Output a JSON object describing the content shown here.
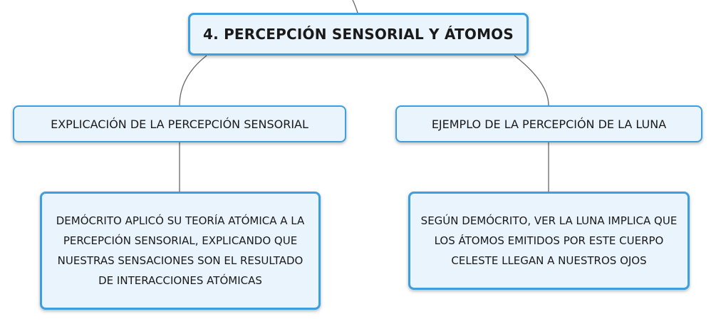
{
  "root": {
    "title": "4. PERCEPCIÓN SENSORIAL Y ÁTOMOS"
  },
  "branches": [
    {
      "label": "EXPLICACIÓN DE LA PERCEPCIÓN SENSORIAL",
      "detail": "DEMÓCRITO APLICÓ SU TEORÍA ATÓMICA A LA PERCEPCIÓN SENSORIAL, EXPLICANDO QUE NUESTRAS SENSACIONES SON EL RESULTADO DE INTERACCIONES ATÓMICAS"
    },
    {
      "label": "EJEMPLO DE LA PERCEPCIÓN DE LA LUNA",
      "detail": "SEGÚN DEMÓCRITO, VER LA LUNA IMPLICA QUE LOS ÁTOMOS EMITIDOS POR ESTE CUERPO CELESTE LLEGAN A NUESTROS OJOS"
    }
  ],
  "colors": {
    "node_border": "#3d9fe0",
    "node_fill": "#eaf4fc",
    "connector": "#666666"
  }
}
